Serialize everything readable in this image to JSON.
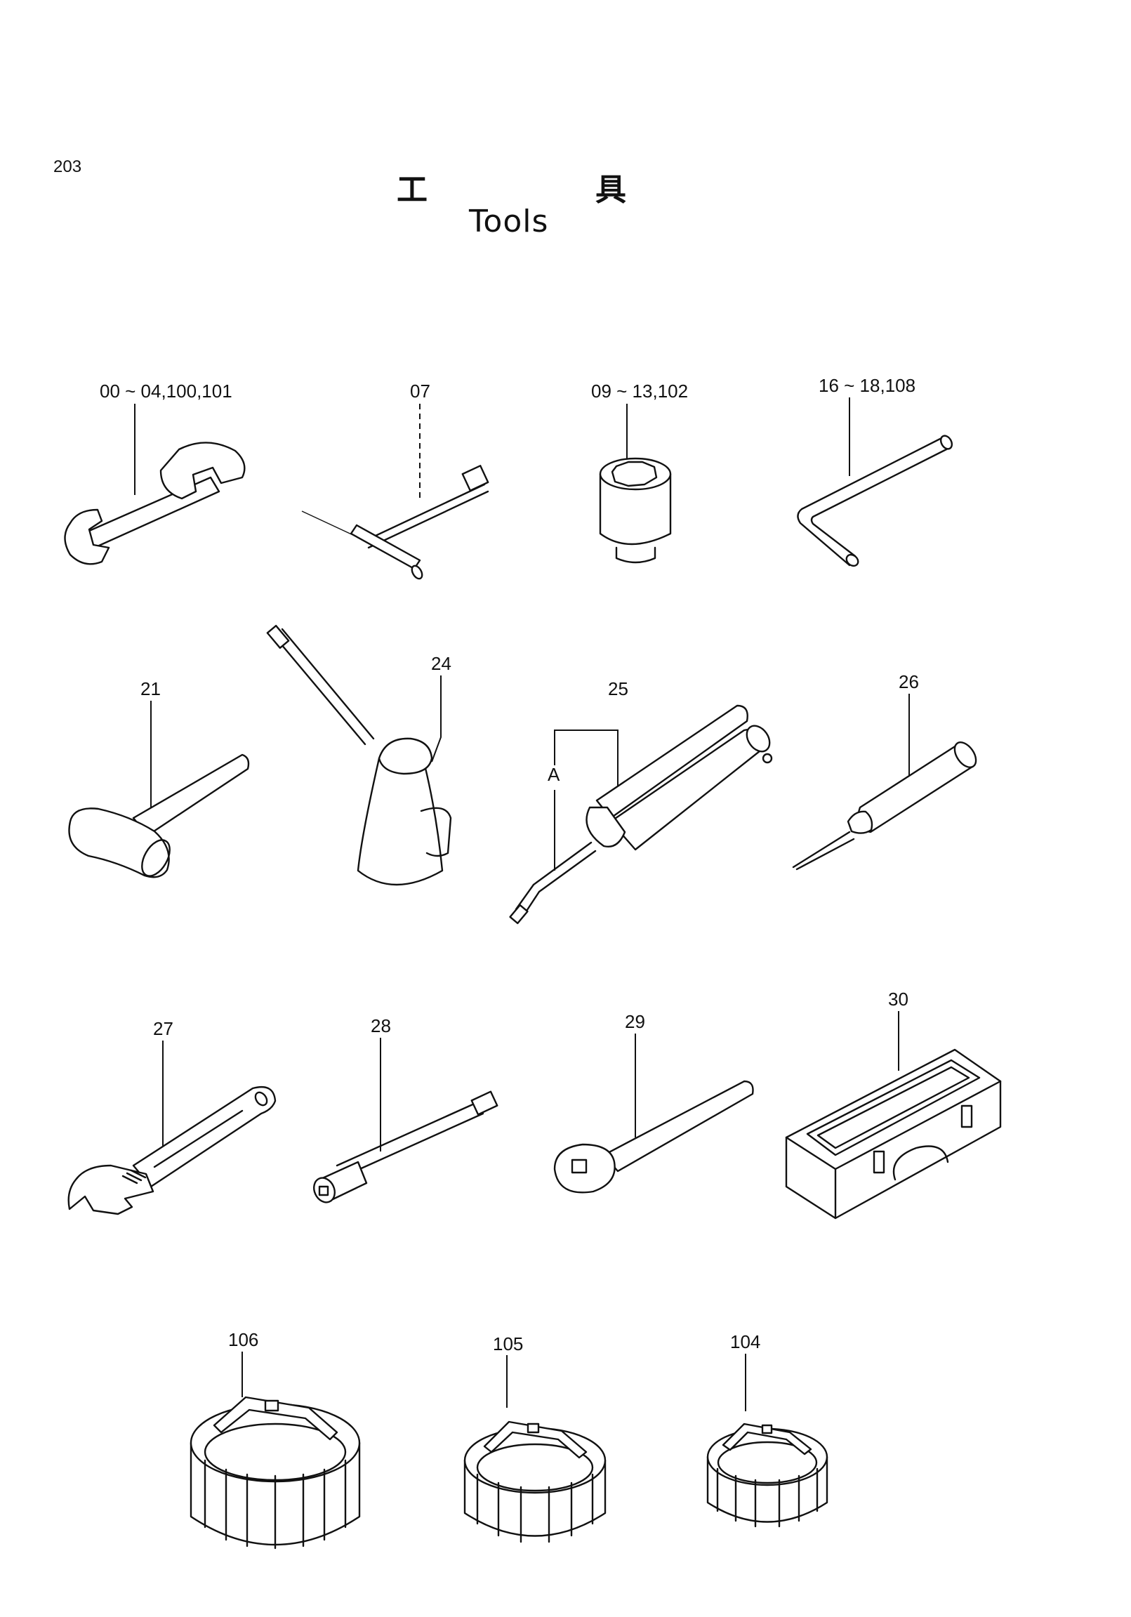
{
  "page_number": "203",
  "title_jp_part1": "工",
  "title_jp_part2": "具",
  "title_en": "Tools",
  "callouts": {
    "wrench": "00 ~ 04,100,101",
    "t_wrench": "07",
    "socket": "09 ~ 13,102",
    "hex_key": "16 ~ 18,108",
    "hammer": "21",
    "oil_can": "24",
    "grease_gun": "25",
    "grease_gun_sub": "A",
    "screwdriver": "26",
    "adjustable_wrench": "27",
    "extension_bar": "28",
    "ratchet": "29",
    "tool_box": "30",
    "filter_wrench_large": "106",
    "filter_wrench_medium": "105",
    "filter_wrench_small": "104"
  }
}
